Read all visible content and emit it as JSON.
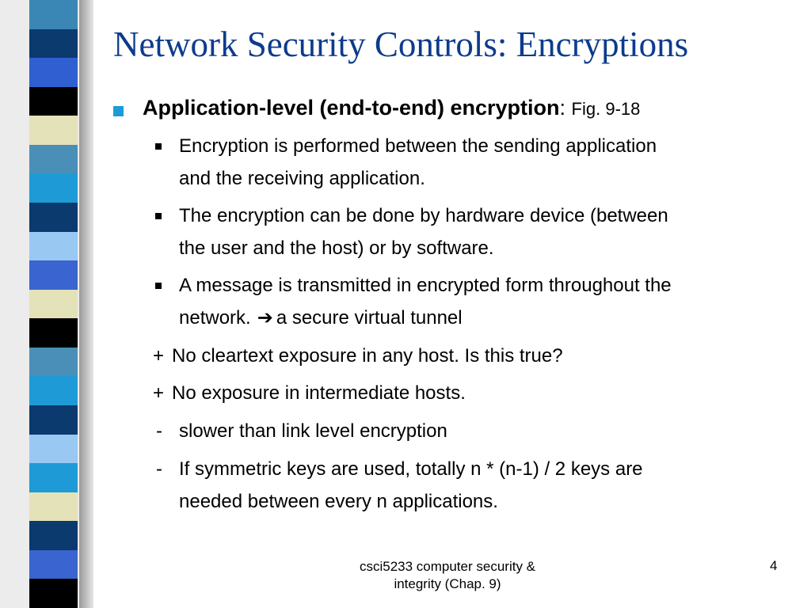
{
  "slide": {
    "title": "Network Security Controls: Encryptions",
    "bullet": {
      "bold_text": "Application-level (end-to-end) encryption",
      "colon": ":",
      "ref": "Fig. 9-18"
    },
    "sub_bullets": [
      {
        "lines": [
          "Encryption is performed between the sending application",
          "and the receiving application."
        ]
      },
      {
        "lines": [
          "The encryption can be done by hardware device (between",
          "the user and the host) or by software."
        ]
      },
      {
        "line1": "A message is transmitted in encrypted form throughout the",
        "line2_start": "network.",
        "arrow": "➔",
        "line2_end": "a secure virtual tunnel"
      }
    ],
    "pros": [
      {
        "mark": "+",
        "text": "No cleartext exposure in any host.  Is this true?"
      },
      {
        "mark": "+",
        "text": "No exposure in intermediate hosts."
      }
    ],
    "cons": [
      {
        "mark": "-",
        "lines": [
          "slower than link level encryption"
        ]
      },
      {
        "mark": "-",
        "lines": [
          "If symmetric keys are used, totally n * (n-1) / 2 keys are",
          "needed between every n applications."
        ]
      }
    ],
    "footer": {
      "line1": "csci5233 computer security &",
      "line2": "integrity (Chap. 9)"
    },
    "page_number": "4"
  },
  "stripe_colors": [
    "#3a87b5",
    "#0a3a6e",
    "#2f5fd0",
    "#000000",
    "#e4e2b8",
    "#4a8fb8",
    "#1e9bd6",
    "#0a3a6e",
    "#99c8f2",
    "#3a64cf",
    "#e4e2b8",
    "#000000",
    "#4a8fb8",
    "#1e9bd6",
    "#0a3a6e",
    "#99c8f2",
    "#1e9bd6",
    "#e4e2b8",
    "#0a3a6e",
    "#3a64cf",
    "#000000"
  ]
}
